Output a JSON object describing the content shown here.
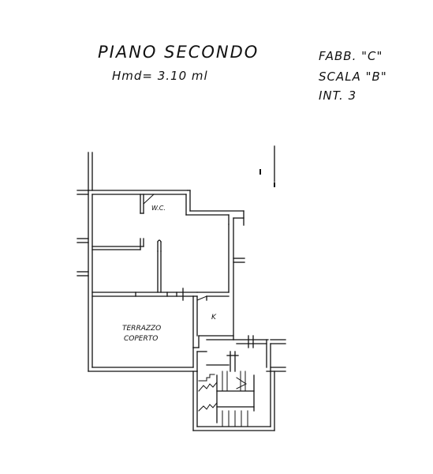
{
  "header": {
    "floor_title": "PIANO SECONDO",
    "height_note": "Hmd= 3.10 ml",
    "building": "FABB. \"C\"",
    "staircase": "SCALA \"B\"",
    "interior": "INT. 3"
  },
  "rooms": {
    "wc": "W.C.",
    "kitchen": "K",
    "terrace_line1": "TERRAZZO",
    "terrace_line2": "COPERTO"
  },
  "colors": {
    "ink": "#111111",
    "paper": "#ffffff"
  }
}
